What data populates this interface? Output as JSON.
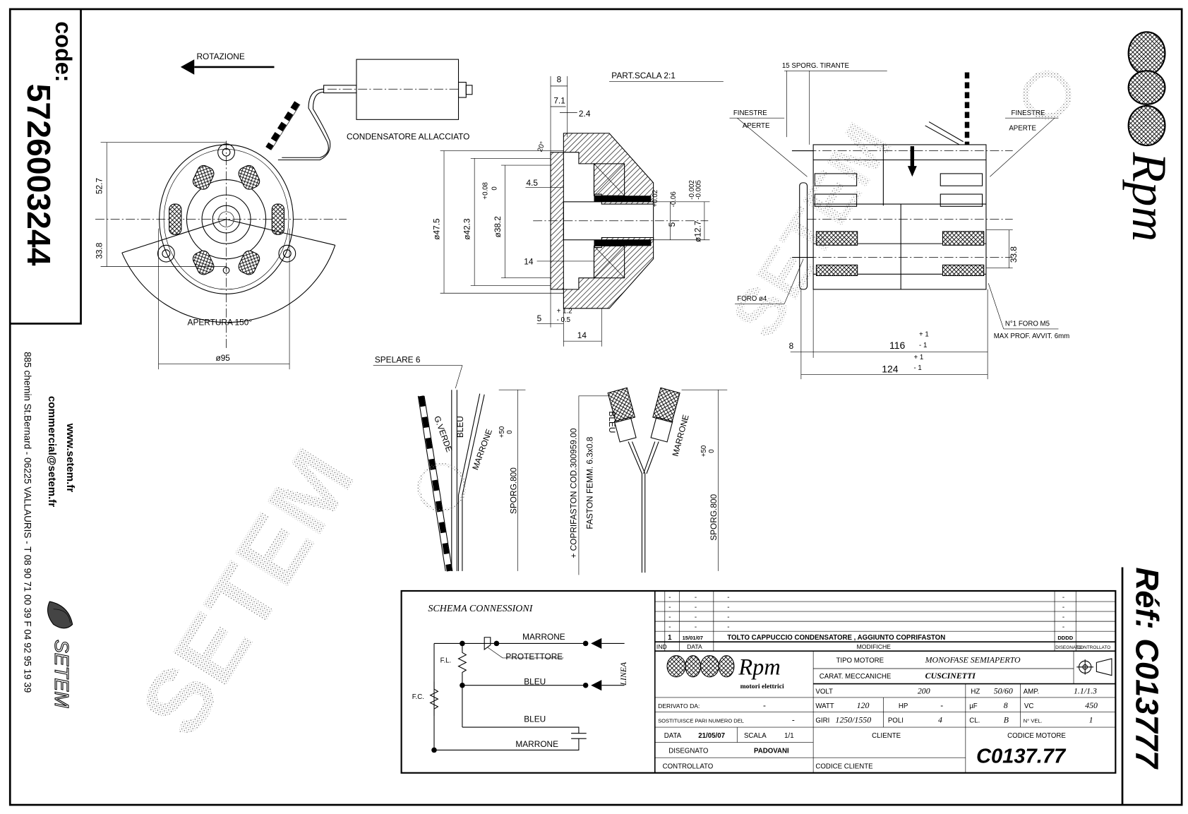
{
  "sidebar": {
    "code_label": "code:",
    "code": "5726003244",
    "website": "www.setem.fr",
    "email": "commercial@setem.fr",
    "address": "885 chemin St.Bernard - 06225 VALLAURIS - T 08 90 71 00 39  F 04 92 95 19 39",
    "brand": "SETEM"
  },
  "right_strip": {
    "brand": "Rpm",
    "ref": "Réf: C013777"
  },
  "watermark": "SETEM",
  "front_view": {
    "rotation": "ROTAZIONE",
    "capacitor": "CONDENSATORE ALLACCIATO",
    "opening": "APERTURA 150°",
    "dim_top": "52.7",
    "dim_bottom": "33.8",
    "dim_diameter": "ø95"
  },
  "detail": {
    "title": "PART.SCALA 2:1",
    "dim_8": "8",
    "dim_7_1": "7.1",
    "dim_2_4": "2.4",
    "angle": "20°",
    "dim_4_5": "4.5",
    "dim_14_a": "14",
    "dim_47_5": "ø47.5",
    "dim_42_3": "ø42.3",
    "dim_38_2": "ø38.2",
    "tol_38_2_upper": "+0.08",
    "tol_38_2_lower": "0",
    "tol_shaft_upper": "+0.02",
    "tol_shaft_lower": "-0.06",
    "dim_5_shaft": "5",
    "dim_12_7": "ø12.7",
    "tol_12_7_upper": "-0.002",
    "tol_12_7_lower": "-0.005",
    "dim_5": "5",
    "tol_5_upper": "+ 1.2",
    "tol_5_lower": "- 0.5",
    "dim_14_b": "14"
  },
  "side_view": {
    "tie_rod": "15 SPORG. TIRANTE",
    "windows_left_1": "FINESTRE",
    "windows_left_2": "APERTE",
    "windows_right_1": "FINESTRE",
    "windows_right_2": "APERTE",
    "hole": "FORO ø4",
    "dim_33_8": "33.8",
    "m5_hole": "N°1 FORO M5",
    "m5_depth": "MAX PROF. AVVIT. 6mm",
    "dim_8": "8",
    "dim_116": "116",
    "tol_116_upper": "+ 1",
    "tol_116_lower": "- 1",
    "dim_124": "124",
    "tol_124_upper": "+ 1",
    "tol_124_lower": "- 1"
  },
  "leads_stripped": {
    "strip": "SPELARE 6",
    "wire_1": "G.VERDE",
    "wire_2": "BLEU",
    "wire_3": "MARRONE",
    "length": "SPORG.800",
    "tol_upper": "+50",
    "tol_lower": "0"
  },
  "leads_faston": {
    "cover": "+ COPRIFASTON COD.300959.00",
    "faston": "FASTON FEMM. 6.3x0.8",
    "wire_1": "BLEU",
    "wire_2": "MARRONE",
    "length": "SPORG.800",
    "tol_upper": "+50",
    "tol_lower": "0"
  },
  "schema": {
    "title": "SCHEMA CONNESSIONI",
    "marrone_top": "MARRONE",
    "protector": "PROTETTORE",
    "bleu_mid": "BLEU",
    "bleu_low": "BLEU",
    "marrone_low": "MARRONE",
    "fl": "F.L.",
    "fc": "F.C.",
    "line": "LINEA"
  },
  "title_block": {
    "revisions": [
      {
        "ind": "-",
        "data": "-",
        "modifica": "-",
        "disegnato": "-",
        "controllato": ""
      },
      {
        "ind": "-",
        "data": "-",
        "modifica": "-",
        "disegnato": "-",
        "controllato": ""
      },
      {
        "ind": "-",
        "data": "-",
        "modifica": "-",
        "disegnato": "-",
        "controllato": ""
      },
      {
        "ind": "-",
        "data": "-",
        "modifica": "-",
        "disegnato": "-",
        "controllato": ""
      },
      {
        "ind": "1",
        "data": "15/01/07",
        "modifica": "TOLTO CAPPUCCIO CONDENSATORE , AGGIUNTO COPRIFASTON",
        "disegnato": "DDDD",
        "controllato": ""
      }
    ],
    "headers": {
      "ind": "IND",
      "data": "DATA",
      "modifiche": "MODIFICHE",
      "disegnato": "DISEGNATO",
      "controllato": "CONTROLLATO"
    },
    "logo_brand": "Rpm",
    "logo_sub": "motori elettrici",
    "tipo_label": "TIPO MOTORE",
    "tipo_value": "MONOFASE  SEMIAPERTO",
    "carat_label": "CARAT. MECCANICHE",
    "carat_value": "CUSCINETTI",
    "volt_label": "VOLT",
    "volt": "200",
    "hz_label": "HZ",
    "hz": "50/60",
    "amp_label": "AMP.",
    "amp": "1.1/1.3",
    "watt_label": "WATT",
    "watt": "120",
    "hp_label": "HP",
    "hp": "-",
    "uf_label": "µF",
    "uf": "8",
    "vc_label": "VC",
    "vc": "450",
    "giri_label": "GIRI",
    "giri": "1250/1550",
    "poli_label": "POLI",
    "poli": "4",
    "cl_label": "CL.",
    "cl": "B",
    "nvel_label": "N° VEL.",
    "nvel": "1",
    "derivato_label": "DERIVATO DA:",
    "derivato": "-",
    "sostituisce_label": "SOSTITUISCE PARI NUMERO DEL",
    "sostituisce": "-",
    "data_label": "DATA",
    "data": "21/05/07",
    "scala_label": "SCALA",
    "scala": "1/1",
    "disegnato_label": "DISEGNATO",
    "disegnato": "PADOVANI",
    "controllato_label": "CONTROLLATO",
    "cliente_label": "CLIENTE",
    "codice_cliente_label": "CODICE CLIENTE",
    "codice_motore_label": "CODICE MOTORE",
    "codice_motore": "C0137.77"
  }
}
